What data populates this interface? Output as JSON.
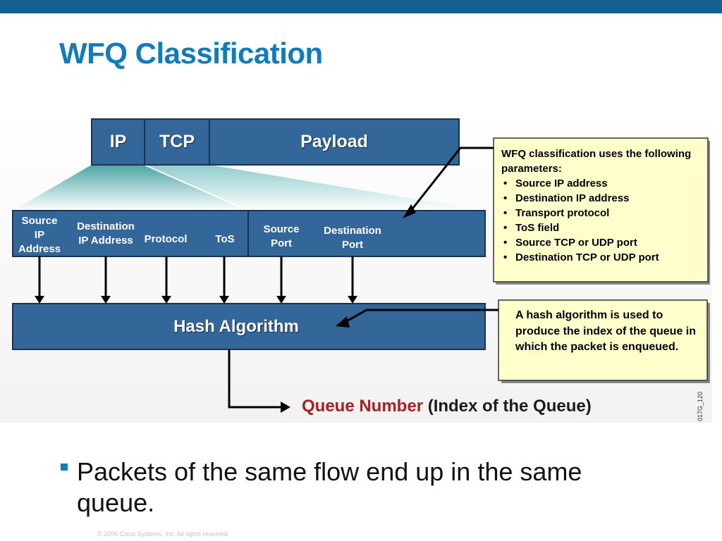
{
  "slide": {
    "title": "WFQ Classification",
    "figure_id": "017G_120",
    "copyright": "© 2006 Cisco Systems, Inc. All rights reserved."
  },
  "packet": {
    "ip": "IP",
    "tcp": "TCP",
    "payload": "Payload"
  },
  "fields": {
    "source_ip": "Source IP Address",
    "dest_ip": "Destination IP Address",
    "protocol": "Protocol",
    "tos": "ToS",
    "source_port": "Source Port",
    "dest_port": "Destination Port"
  },
  "params_callout": {
    "intro": "WFQ classification uses the following parameters:",
    "items": [
      "Source IP address",
      "Destination IP address",
      "Transport protocol",
      "ToS field",
      "Source TCP or UDP port",
      "Destination TCP or UDP port"
    ]
  },
  "hash": {
    "label": "Hash Algorithm",
    "note": "A hash algorithm is used to produce the index of the queue in which the packet is enqueued."
  },
  "queue": {
    "label": "Queue Number",
    "suffix": "(Index of the Queue)"
  },
  "bullet": {
    "text": "Packets of the same flow end up in the same queue."
  },
  "colors": {
    "title": "#0f7cbe",
    "box_fill": "#336699",
    "callout_fill": "#ffffcc",
    "queue_label": "#a8201f"
  }
}
